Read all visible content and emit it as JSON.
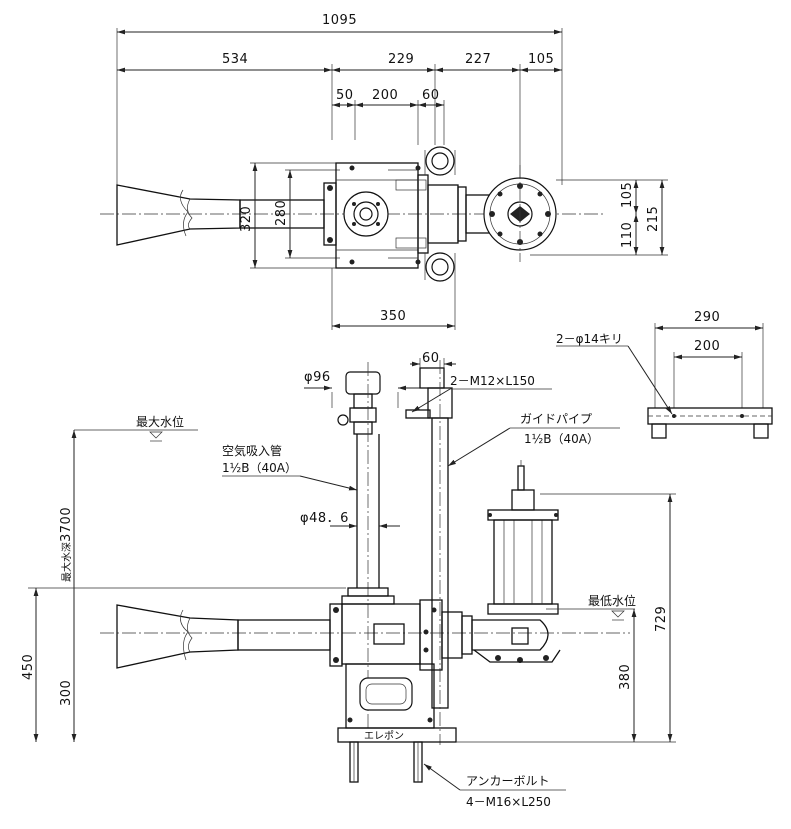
{
  "dimensions": {
    "overall_length": "1095",
    "left_length": "534",
    "body_length": "229",
    "pump_offset": "227",
    "pump_right": "105",
    "flange_thick": "50",
    "flange_gap": "200",
    "top_60": "60",
    "height_320": "320",
    "height_280": "280",
    "width_350": "350",
    "right_105": "105",
    "right_110": "110",
    "right_215": "215",
    "base_290": "290",
    "base_200": "200",
    "guide_60": "60",
    "phi96": "φ96",
    "phi48": "φ48．6",
    "height_3700": "3700",
    "height_450": "450",
    "height_300": "300",
    "height_729": "729",
    "height_380": "380"
  },
  "labels": {
    "hole_spec": "2－φ14キリ",
    "bolt_spec": "2－M12×L150",
    "guide_pipe": "ガイドパイプ",
    "guide_pipe_size": "1½B（40A）",
    "air_intake": "空気吸入管",
    "air_intake_size": "1½B（40A）",
    "max_water_level": "最大水位",
    "max_depth": "最大水深",
    "min_water_level": "最低水位",
    "anchor_bolt": "アンカーボルト",
    "anchor_spec": "4－M16×L250",
    "brand_logo": "エレポン"
  }
}
